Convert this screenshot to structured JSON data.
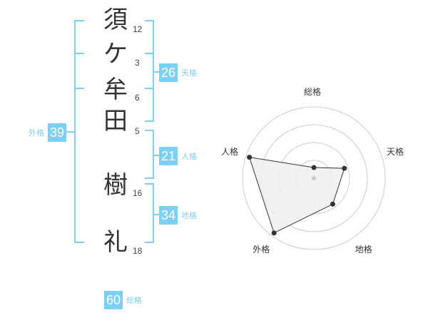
{
  "name_chars": [
    {
      "char": "須",
      "strokes": "12"
    },
    {
      "char": "ケ",
      "strokes": "3"
    },
    {
      "char": "牟",
      "strokes": "6"
    },
    {
      "char": "田",
      "strokes": "5"
    },
    {
      "char": "樹",
      "strokes": "16"
    },
    {
      "char": "礼",
      "strokes": "18"
    }
  ],
  "fortunes": {
    "tenkaku": {
      "value": "26",
      "label": "天格"
    },
    "jinkaku": {
      "value": "21",
      "label": "人格"
    },
    "chikaku": {
      "value": "34",
      "label": "地格"
    },
    "gaikaku": {
      "value": "39",
      "label": "外格"
    },
    "soukaku": {
      "value": "60",
      "label": "総格"
    }
  },
  "radar": {
    "axes": [
      "総格",
      "天格",
      "地格",
      "外格",
      "人格"
    ],
    "levels": 4,
    "values": [
      0.15,
      0.45,
      0.45,
      0.95,
      0.95
    ],
    "line_color": "#333333",
    "fill_color": "#eeeeee",
    "ring_color": "#cccccc"
  },
  "colors": {
    "accent": "#7dd0f5",
    "bracket": "#7dd0f5"
  }
}
